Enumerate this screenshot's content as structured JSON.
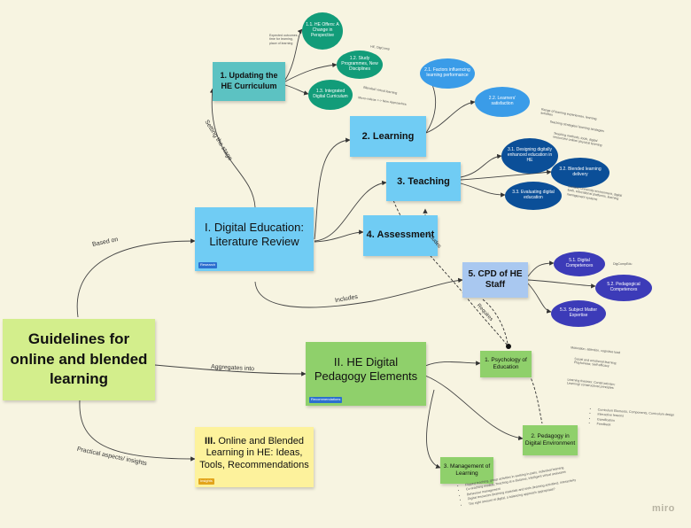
{
  "main": {
    "title": "Guidelines for online and blended learning"
  },
  "review": {
    "title": "I. Digital Education: Literature Review",
    "tag": "Research"
  },
  "elements": {
    "title": "II. HE Digital Pedagogy Elements",
    "tag": "Recommendations"
  },
  "online": {
    "title_num": "III.",
    "title": "Online and Blended Learning in HE: Ideas, Tools, Recommendations",
    "tag": "Insights"
  },
  "curriculum": {
    "title": "1. Updating the HE Curriculum"
  },
  "learning": {
    "title": "2. Learning"
  },
  "teaching": {
    "title": "3. Teaching"
  },
  "assessment": {
    "title": "4. Assessment"
  },
  "cpd": {
    "title": "5. CPD of HE Staff"
  },
  "psychology": {
    "title": "1. Psychology of Education"
  },
  "pedagogy": {
    "title": "2. Pedagogy in Digital Environment"
  },
  "management": {
    "title": "3. Management of Learning"
  },
  "ovals": {
    "c1": "1.1. HE Offers: A Change in Perspective",
    "c2": "1.2. Study Programmes, New Disciplines",
    "c3": "1.3. Integrated Digital Curriculum",
    "l1": "2.1. Factors influencing learning performance",
    "l2": "2.2. Learners' satisfaction",
    "t1": "3.1. Designing digitally enhanced education in HE",
    "t2": "3.2. Blended learning delivery",
    "t3": "3.3. Evaluating digital education",
    "p1": "5.1. Digital Competences",
    "p2": "5.2. Pedagogical Competences",
    "p3": "5.3. Subject Matter Expertise"
  },
  "edge_labels": {
    "based_on": "Based on",
    "setting_stage": "Setting the stage",
    "includes": "Includes",
    "includes2": "Includes",
    "requires": "Requires",
    "aggregates": "Aggregates into",
    "practical": "Practical aspects/ insights"
  },
  "notes": {
    "c1": "Expected outcomes, time for learning, place of learning",
    "c2": "HE, DigComp",
    "c3a": "Blended/ virtual learning",
    "c3b": "Micro-videos  <->  New Approaches",
    "t1": "Range of learning experiences, learning activities",
    "t1b": "Teaching strategies/ learning strategies",
    "t1c": "Teaching methods, tools, digital resources/ online/ physical learning",
    "t3": "Context/ university environment, digital tools, educational platforms, learning management systems",
    "p1": "DigCompEdu",
    "psych": "Motivation, attention, cognitive load",
    "psych2": "Social and emotional learning; Playfulness; Self-efficacy",
    "psych3": "Learning theories: Constructivism; Learning/ constructivist principles"
  },
  "pedagogy_list": [
    "Curriculum Elements, Components, Curriculum design",
    "Interactive lessons",
    "Gamification",
    "Feedback"
  ],
  "management_list": [
    "Flipped teaching, group activities in working in pairs, individual learning",
    "Co-teaching models, Teaching at a distance, intelligent virtual assistants",
    "Behaviour management",
    "Digital resources (learning materials and tools (learning activities), interactivity",
    "The right amount of digital, a balancing approach appropriate?"
  ],
  "watermark": "miro",
  "colors": {
    "bg": "#f7f4e1",
    "main": "#d3ee8c",
    "cyan": "#70ccf4",
    "teal": "#5cc2c2",
    "green": "#8fd06b",
    "yellow": "#fdf29c",
    "lightblue": "#a9c8f0",
    "oval_teal": "#129c79",
    "oval_blue": "#3a9ce8",
    "oval_navy": "#0b4f98",
    "oval_indigo": "#3c3bb8"
  }
}
